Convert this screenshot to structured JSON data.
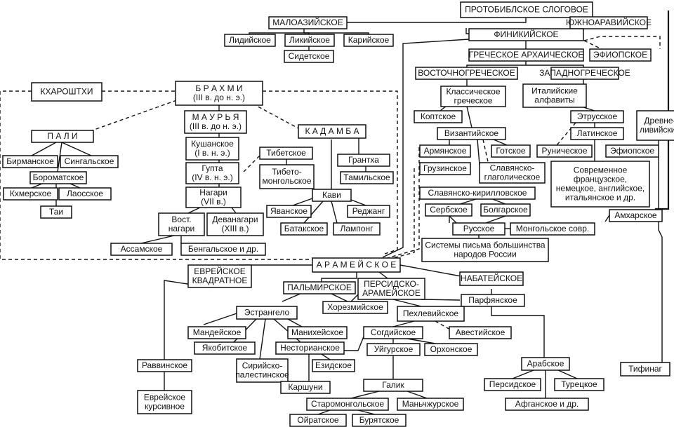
{
  "nodes": [
    {
      "id": "protobibl",
      "lines": [
        "ПРОТОБИБЛСКОЕ СЛОГОВОЕ"
      ]
    },
    {
      "id": "maloaz",
      "lines": [
        "МАЛОАЗИЙСКОЕ"
      ]
    },
    {
      "id": "yuzhnoar",
      "lines": [
        "ЮЖНОАРАВИЙСКОЕ"
      ]
    },
    {
      "id": "lidiyskoe",
      "lines": [
        "Лидийское"
      ]
    },
    {
      "id": "likiyskoe",
      "lines": [
        "Ликийское"
      ]
    },
    {
      "id": "kariyskoe",
      "lines": [
        "Карийское"
      ]
    },
    {
      "id": "sidetskoe",
      "lines": [
        "Сидетское"
      ]
    },
    {
      "id": "finik",
      "lines": [
        "ФИНИКИЙСКОЕ"
      ]
    },
    {
      "id": "grarh",
      "lines": [
        "ГРЕЧЕСКОЕ АРХАИЧЕСКОЕ"
      ]
    },
    {
      "id": "efiop1",
      "lines": [
        "ЭФИОПСКОЕ"
      ]
    },
    {
      "id": "vostgr",
      "lines": [
        "ВОСТОЧНОГРЕЧЕСКОЕ"
      ]
    },
    {
      "id": "zapgr",
      "lines": [
        "ЗАПАДНОГРЕЧЕСКОЕ"
      ]
    },
    {
      "id": "klassgr",
      "lines": [
        "Классическое",
        "греческое"
      ]
    },
    {
      "id": "italiysk",
      "lines": [
        "Италийские",
        "алфавиты"
      ]
    },
    {
      "id": "koptskoe",
      "lines": [
        "Коптское"
      ]
    },
    {
      "id": "etrussk",
      "lines": [
        "Этрусское"
      ]
    },
    {
      "id": "drevneliv",
      "lines": [
        "Древне-",
        "ливийские"
      ]
    },
    {
      "id": "latinsk",
      "lines": [
        "Латинское"
      ]
    },
    {
      "id": "vizant",
      "lines": [
        "Византийское"
      ]
    },
    {
      "id": "armyansk",
      "lines": [
        "Армянское"
      ]
    },
    {
      "id": "gotskoe",
      "lines": [
        "Готское"
      ]
    },
    {
      "id": "runich",
      "lines": [
        "Руническое"
      ]
    },
    {
      "id": "efiop2",
      "lines": [
        "Эфиопское"
      ]
    },
    {
      "id": "gruzinsk",
      "lines": [
        "Грузинское"
      ]
    },
    {
      "id": "glagol",
      "lines": [
        "Славянско-",
        "глаголическое"
      ]
    },
    {
      "id": "sovrem",
      "lines": [
        "Современное",
        "французское,",
        "немецкое, английское,",
        "итальянское и др."
      ]
    },
    {
      "id": "kirill",
      "lines": [
        "Славянско-кирилловское"
      ]
    },
    {
      "id": "serbsk",
      "lines": [
        "Сербское"
      ]
    },
    {
      "id": "bolgarsk",
      "lines": [
        "Болгарское"
      ]
    },
    {
      "id": "amharsk",
      "lines": [
        "Амхарское"
      ]
    },
    {
      "id": "russk",
      "lines": [
        "Русское"
      ]
    },
    {
      "id": "mongsovr",
      "lines": [
        "Монгольское совр."
      ]
    },
    {
      "id": "sistemy",
      "lines": [
        "Системы письма большинства",
        "народов России"
      ]
    },
    {
      "id": "kharoshthi",
      "lines": [
        "КХАРОШТХИ"
      ]
    },
    {
      "id": "brahmi",
      "lines": [
        "Б Р А Х М И",
        "(III в. до н. э.)"
      ]
    },
    {
      "id": "maurya",
      "lines": [
        "М А У Р Ь Я",
        "(III в. до н. э.)"
      ]
    },
    {
      "id": "pali",
      "lines": [
        "П А Л И"
      ]
    },
    {
      "id": "kadamba",
      "lines": [
        "К А Д А М Б А"
      ]
    },
    {
      "id": "kushan",
      "lines": [
        "Кушанское",
        "(I в. н. э.)"
      ]
    },
    {
      "id": "birmansk",
      "lines": [
        "Бирманское"
      ]
    },
    {
      "id": "singalsk",
      "lines": [
        "Сингальское"
      ]
    },
    {
      "id": "tibetsk",
      "lines": [
        "Тибетское"
      ]
    },
    {
      "id": "grantha",
      "lines": [
        "Грантха"
      ]
    },
    {
      "id": "gupta",
      "lines": [
        "Гупта",
        "(IV в. н. э.)"
      ]
    },
    {
      "id": "boromat",
      "lines": [
        "Бороматское"
      ]
    },
    {
      "id": "tibmong",
      "lines": [
        "Тибето-",
        "монгольское"
      ]
    },
    {
      "id": "tamilsk",
      "lines": [
        "Тамильское"
      ]
    },
    {
      "id": "khmersk",
      "lines": [
        "Кхмерское"
      ]
    },
    {
      "id": "laossk",
      "lines": [
        "Лаосское"
      ]
    },
    {
      "id": "nagari",
      "lines": [
        "Нагари",
        "(VII в.)"
      ]
    },
    {
      "id": "kavi",
      "lines": [
        "Кави"
      ]
    },
    {
      "id": "tai",
      "lines": [
        "Таи"
      ]
    },
    {
      "id": "yavansk",
      "lines": [
        "Яванское"
      ]
    },
    {
      "id": "redzhang",
      "lines": [
        "Реджанг"
      ]
    },
    {
      "id": "vostnagari",
      "lines": [
        "Вост.",
        "нагари"
      ]
    },
    {
      "id": "devanagari",
      "lines": [
        "Деванагари",
        "(XIII в.)"
      ]
    },
    {
      "id": "batak",
      "lines": [
        "Батакское"
      ]
    },
    {
      "id": "lampong",
      "lines": [
        "Лампонг"
      ]
    },
    {
      "id": "assamsk",
      "lines": [
        "Ассамское"
      ]
    },
    {
      "id": "bengalsk",
      "lines": [
        "Бенгальское и др."
      ]
    },
    {
      "id": "aram",
      "lines": [
        "А Р А М Е Й С К О Е"
      ]
    },
    {
      "id": "evrkv",
      "lines": [
        "ЕВРЕЙСКОЕ",
        "КВАДРАТНОЕ"
      ]
    },
    {
      "id": "nabat",
      "lines": [
        "НАБАТЕЙСКОЕ"
      ]
    },
    {
      "id": "palmir",
      "lines": [
        "ПАЛЬМИРСКОЕ"
      ]
    },
    {
      "id": "persaram",
      "lines": [
        "ПЕРСИДСКО-",
        "АРАМЕЙСКОЕ"
      ]
    },
    {
      "id": "parfyan",
      "lines": [
        "Парфянское"
      ]
    },
    {
      "id": "horezm",
      "lines": [
        "Хорезмийское"
      ]
    },
    {
      "id": "estrangelo",
      "lines": [
        "Эстрангело"
      ]
    },
    {
      "id": "pehlev",
      "lines": [
        "Пехлевийское"
      ]
    },
    {
      "id": "mandeysk",
      "lines": [
        "Мандейское"
      ]
    },
    {
      "id": "manihey",
      "lines": [
        "Манихейское"
      ]
    },
    {
      "id": "sogdiysk",
      "lines": [
        "Согдийское"
      ]
    },
    {
      "id": "avestiysk",
      "lines": [
        "Авестийское"
      ]
    },
    {
      "id": "yakobit",
      "lines": [
        "Якобитское"
      ]
    },
    {
      "id": "nestorian",
      "lines": [
        "Несторианское"
      ]
    },
    {
      "id": "uygur",
      "lines": [
        "Уйгурское"
      ]
    },
    {
      "id": "orhon",
      "lines": [
        "Орхонское"
      ]
    },
    {
      "id": "ravvin",
      "lines": [
        "Раввинское"
      ]
    },
    {
      "id": "siropal",
      "lines": [
        "Сирийско-",
        "палестинское"
      ]
    },
    {
      "id": "ezidsk",
      "lines": [
        "Езидское"
      ]
    },
    {
      "id": "arabsk",
      "lines": [
        "Арабское"
      ]
    },
    {
      "id": "tifinag",
      "lines": [
        "Тифинаг"
      ]
    },
    {
      "id": "karshuni",
      "lines": [
        "Каршуни"
      ]
    },
    {
      "id": "galik",
      "lines": [
        "Галик"
      ]
    },
    {
      "id": "persidsk",
      "lines": [
        "Персидское"
      ]
    },
    {
      "id": "turetsk",
      "lines": [
        "Турецкое"
      ]
    },
    {
      "id": "evrkurs",
      "lines": [
        "Еврейское",
        "курсивное"
      ]
    },
    {
      "id": "staromong",
      "lines": [
        "Старомонгольское"
      ]
    },
    {
      "id": "manchzhur",
      "lines": [
        "Маньчжурское"
      ]
    },
    {
      "id": "afgansk",
      "lines": [
        "Афганское и др."
      ]
    },
    {
      "id": "oyratsk",
      "lines": [
        "Ойратское"
      ]
    },
    {
      "id": "buryatsk",
      "lines": [
        "Бурятское"
      ]
    }
  ]
}
